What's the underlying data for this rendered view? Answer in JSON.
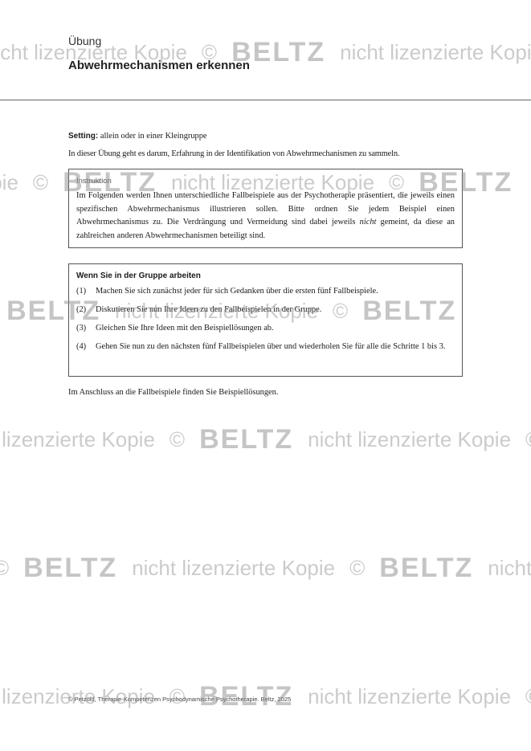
{
  "header": {
    "kicker": "Übung",
    "title": "Abwehrmechanismen erkennen"
  },
  "setting": {
    "label": "Setting:",
    "text": "allein oder in einer Kleingruppe"
  },
  "intro": "In dieser Übung geht es darum, Erfahrung in der Identifikation von Abwehrmechanismen zu sammeln.",
  "instruction_box": {
    "label": "Instruktion",
    "text_before_italic": "Im Folgenden werden Ihnen unterschiedliche Fallbeispiele aus der Psychotherapie präsentiert, die jeweils einen spezifischen Abwehrmechanismus illustrieren sollen. Bitte ordnen Sie jedem Beispiel einen Abwehrmechanismus zu. Die Verdrängung und Vermeidung sind dabei jeweils ",
    "italic": "nicht",
    "text_after_italic": " gemeint, da diese an zahlreichen anderen Abwehrmechanismen beteiligt sind."
  },
  "group_box": {
    "heading": "Wenn Sie in der Gruppe arbeiten",
    "steps": [
      {
        "num": "(1)",
        "text": "Machen Sie sich zunächst jeder für sich Gedanken über die ersten fünf Fallbeispiele."
      },
      {
        "num": "(2)",
        "text": "Diskutieren Sie nun Ihre Ideen zu den Fallbeispielen in der Gruppe."
      },
      {
        "num": "(3)",
        "text": "Gleichen Sie Ihre Ideen mit den Beispiellösungen ab."
      },
      {
        "num": "(4)",
        "text": "Gehen Sie nun zu den nächsten fünf Fallbeispielen über und wiederholen Sie für alle die Schritte 1 bis 3."
      }
    ]
  },
  "outro": "Im Anschluss an die Fallbeispiele finden Sie Beispiellösungen.",
  "footer": "© Petzold, Therapie-Kompetenzen Psychodynamische Psychotherapie. Beltz, 2025",
  "watermark": {
    "text": "nicht lizenzierte Kopie",
    "copyright": "©",
    "logo": "BELTZ"
  }
}
